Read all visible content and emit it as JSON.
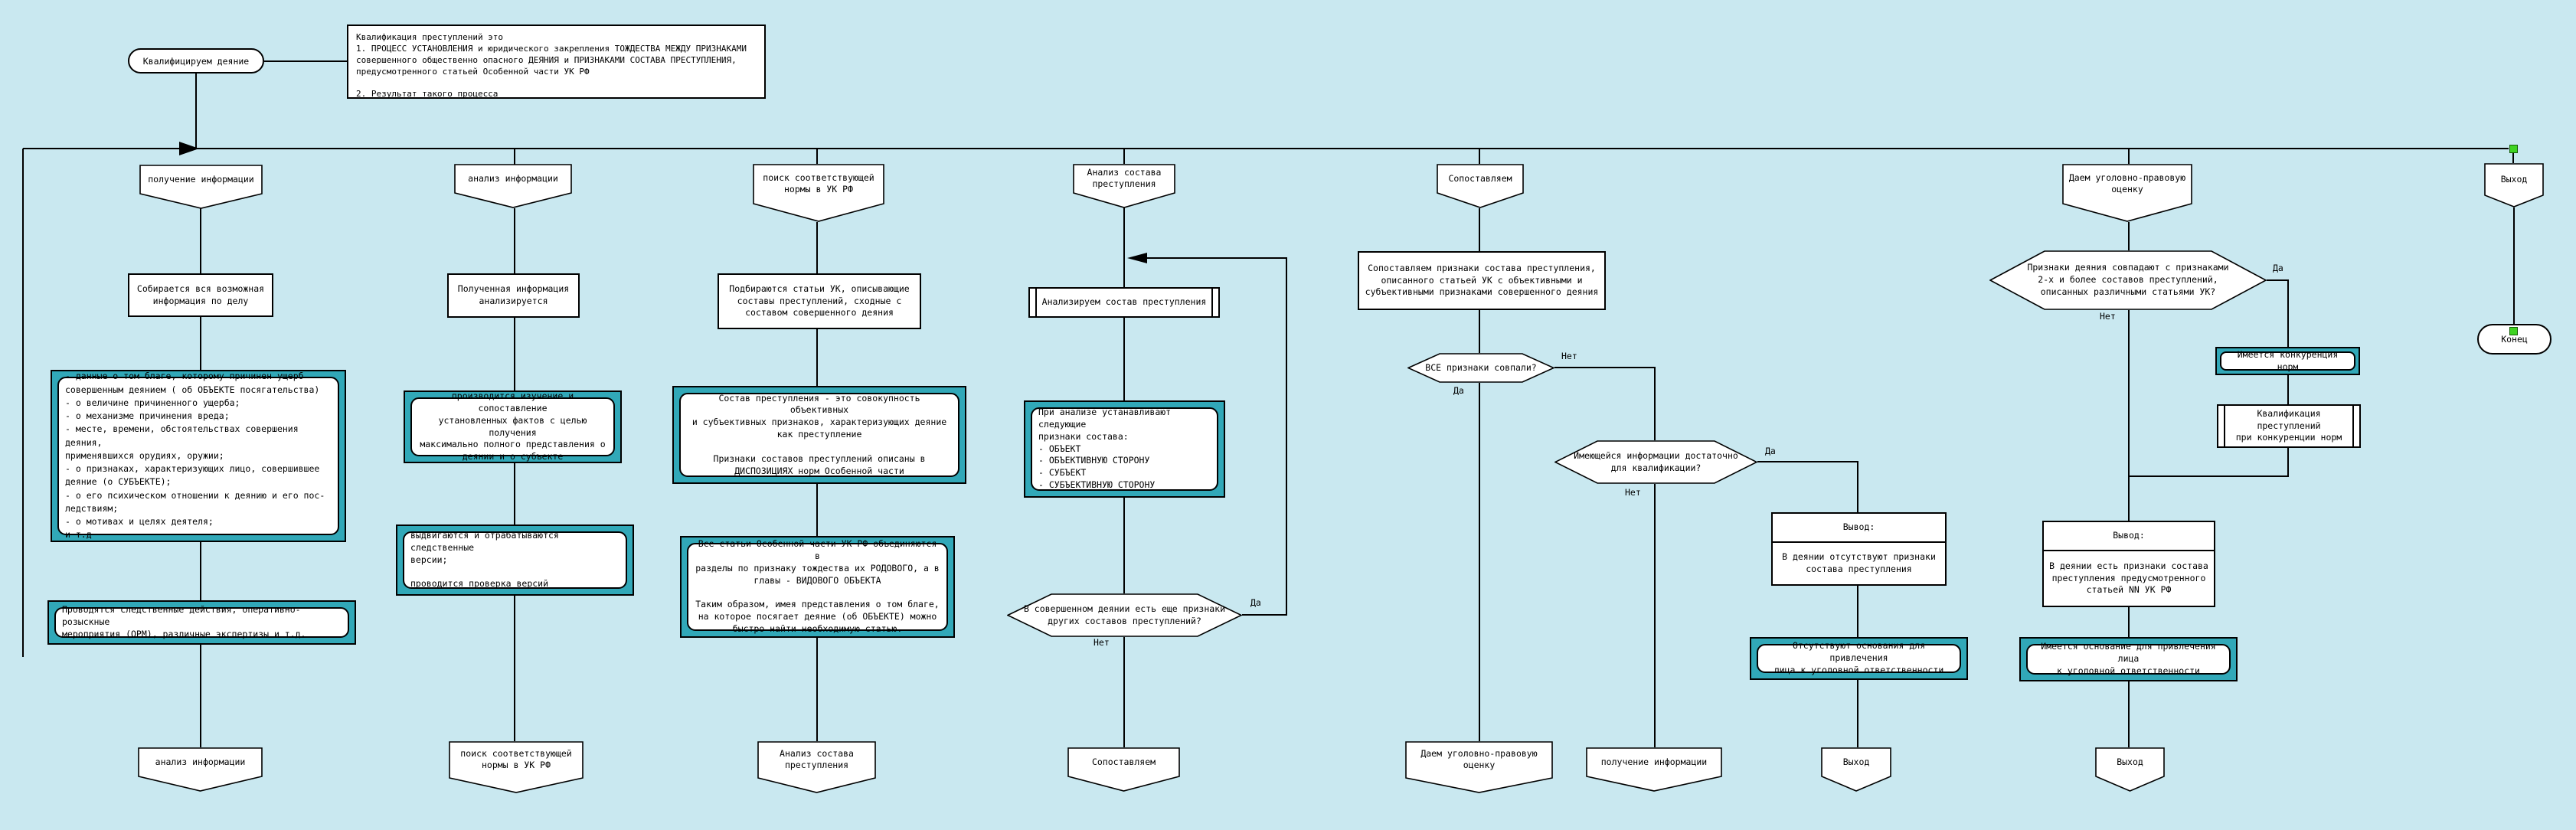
{
  "colors": {
    "canvas": "#c9e8f0",
    "highlight_teal": "#31a8b8",
    "handle_green": "#3fd321",
    "line": "#000000"
  },
  "labels": {
    "yes": "Да",
    "no": "Нет"
  },
  "nodes": {
    "start": "Квалифицируем деяние",
    "definition": "Квалификация преступлений это\n1. ПРОЦЕСС УСТАНОВЛЕНИЯ и юридического закрепления ТОЖДЕСТВА МЕЖДУ ПРИЗНАКАМИ\nсовершенного общественно опасного ДЕЯНИЯ и ПРИЗНАКАМИ СОСТАВА ПРЕСТУПЛЕНИЯ,\nпредусмотренного статьей Особенной части УК РФ\n\n2. Результат такого процесса",
    "h1": "получение информации",
    "h2": "анализ информации",
    "h3": "поиск соответствующей\nнормы в УК РФ",
    "h4": "Анализ состава\nпреступления",
    "h5": "Сопоставляем",
    "h6": "Даем уголовно-правовую\nоценку",
    "exit_top": "Выход",
    "end": "Конец",
    "c1_box": "Собирается вся возможная\nинформация по делу",
    "c1_teal1": "- данные о том благе, которому причинен ущерб\nсовершенным деянием ( об ОБЪЕКТЕ посягательства)\n- о величине причиненного ущерба;\n- о механизме причинения вреда;\n- месте, времени, обстоятельствах совершения деяния,\nприменявшихся орудиях, оружии;\n- о признаках, характеризующих лицо, совершившее\nдеяние (о СУБЪЕКТЕ);\n- о его психическом отношении к деянию и его пос-\nледствиям;\n- о мотивах и целях деятеля;\nи т.д",
    "c1_teal2": "Проводятся следственные действия, оперативно-розыскные\nмероприятия (ОРМ), различные экспертизы и т.д.",
    "b1": "анализ информации",
    "c2_box": "Полученная информация\nанализируется",
    "c2_teal1": "производится изучение и  сопоставление\nустановленных фактов с целью получения\nмаксимально  полного  представления  о\nдеянии и о субъекте",
    "c2_teal2": "выдвигаются и отрабатываются следственные\nверсии;\n\nпроводится проверка версий",
    "b2": "поиск соответствующей\nнормы в УК РФ",
    "c3_box": "Подбираются статьи УК, описывающие\nсоставы преступлений, сходные с\nсоставом совершенного деяния",
    "c3_teal1": "Состав преступления - это совокупность объективных\nи субъективных признаков, характеризующих деяние\nкак преступление\n\nПризнаки составов преступлений описаны в\nДИСПОЗИЦИЯХ норм Особенной части",
    "c3_teal2": "Все статьи Особенной части УК РФ объединяются в\nразделы по признаку тождества их РОДОВОГО, а в\nглавы - ВИДОВОГО ОБЪЕКТА\n\nТаким образом, имея представления о том благе,\nна которое посягает деяние (об ОБЪЕКТЕ) можно\nбыстро найти необходимую статью.",
    "b3": "Анализ состава\nпреступления",
    "c4_pp": "Анализируем состав преступления",
    "c4_teal": "При анализе устанавливают следующие\nпризнаки состава:\n- ОБЪЕКТ\n- ОБЪЕКТИВНУЮ СТОРОНУ\n- СУБЪЕКТ\n- СУБЪЕКТИВНУЮ СТОРОНУ",
    "c4_dec": "В совершенном деянии есть еще признаки\nдругих составов преступлений?",
    "b4": "Сопоставляем",
    "c5_box": "Сопоставляем признаки  состава  преступления,\nописанного статьей УК с  объективными  и\nсубъективными признаками совершенного деяния",
    "c5_dec1": "ВСЕ признаки совпали?",
    "c5_dec2": "Имеющейся информации достаточно\nдля квалификации?",
    "c5_vyvod_title": "Вывод:",
    "c5_vyvod_body": "В деянии отсутствуют признаки\nсостава преступления",
    "c5_teal": "Отсутствуют основания для привлечения\nлица к уголовной ответственности",
    "b5": "Даем уголовно-правовую\nоценку",
    "b6": "получение информации",
    "b7": "Выход",
    "c6_dec": "Признаки деяния совпадают с признаками\n2-х  и   более  составов  преступлений,\nописанных различными статьями УК?",
    "c6_teal1": "Имеется конкуренция норм",
    "c6_pp": "Квалификация преступлений\nпри конкуренции норм",
    "c6_vyvod_title": "Вывод:",
    "c6_vyvod_body": "В деянии есть признаки состава\nпреступления  предусмотренного\nстатьей NN  УК РФ",
    "c6_teal2": "Имеется основание для привлечения лица\nк уголовной ответственности",
    "b8": "Выход"
  }
}
